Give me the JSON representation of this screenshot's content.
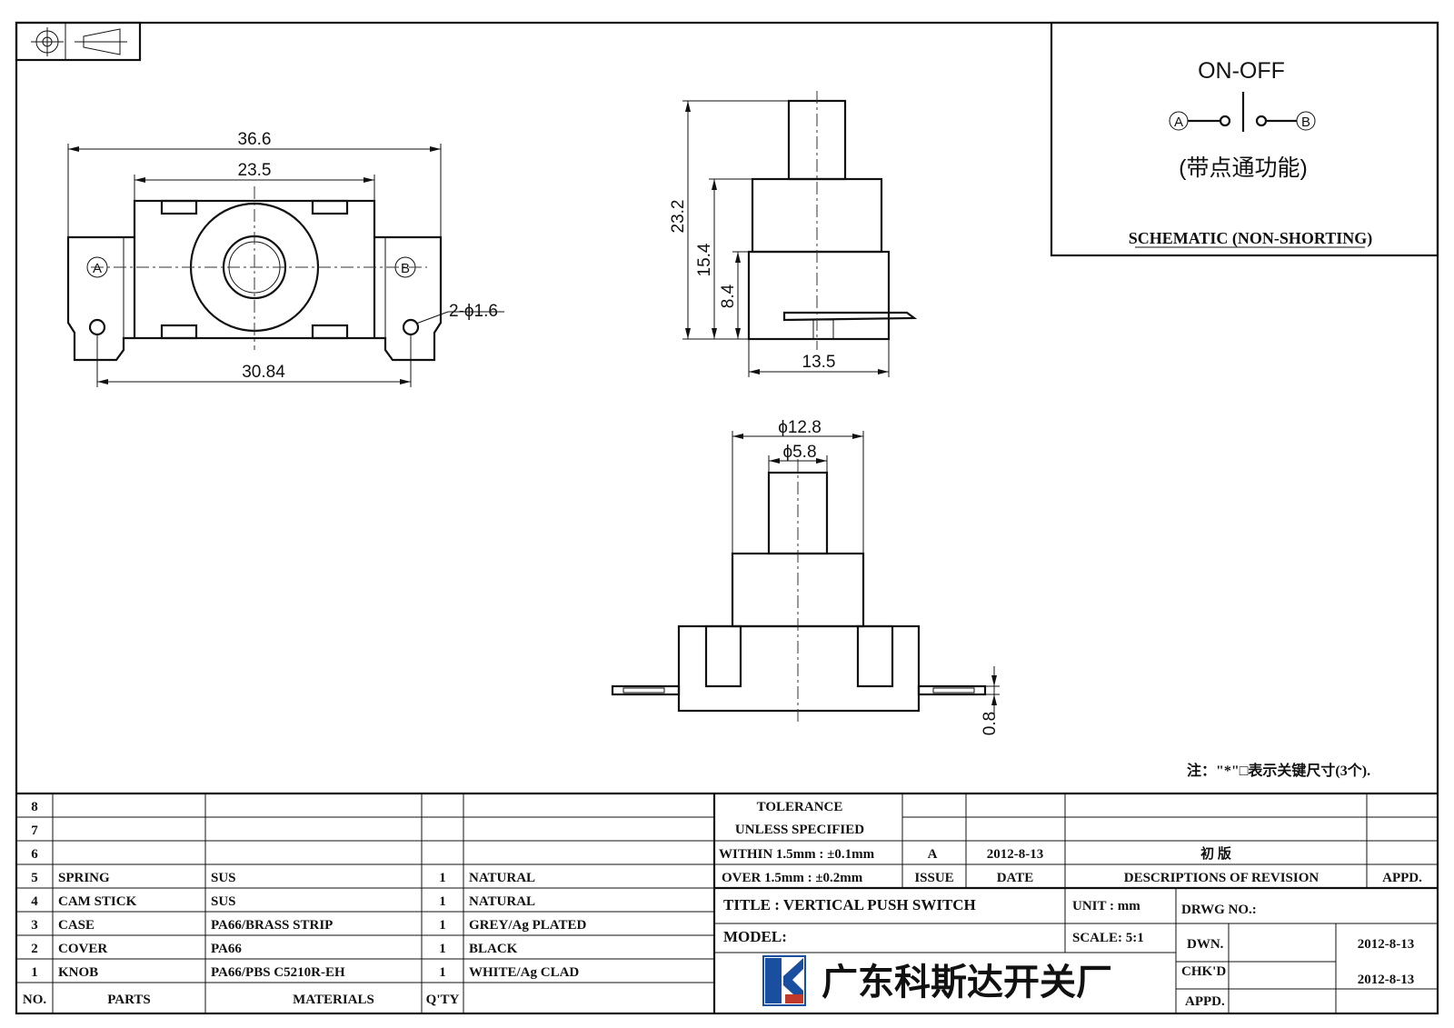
{
  "drawing": {
    "top_view": {
      "dim_overall": "36.6",
      "dim_body": "23.5",
      "dim_holes": "30.84",
      "dim_hole_dia": "2-ϕ1.6",
      "terminal_a": "A",
      "terminal_b": "B"
    },
    "side_view": {
      "dim_total_height": "23.2",
      "dim_upper_height": "15.4",
      "dim_base_height": "8.4",
      "dim_width": "13.5"
    },
    "front_view": {
      "dim_outer_dia": "ϕ12.8",
      "dim_plunger_dia": "ϕ5.8",
      "dim_terminal_thick": "0.8"
    },
    "note": "注：\"*\"□表示关键尺寸(3个)."
  },
  "schematic": {
    "mode": "ON-OFF",
    "terminal_a": "A",
    "terminal_b": "B",
    "function": "(带点通功能)",
    "caption": "SCHEMATIC (NON-SHORTING)"
  },
  "bom": {
    "rows": [
      {
        "no": "8",
        "part": "",
        "material": "",
        "qty": "",
        "finish": ""
      },
      {
        "no": "7",
        "part": "",
        "material": "",
        "qty": "",
        "finish": ""
      },
      {
        "no": "6",
        "part": "",
        "material": "",
        "qty": "",
        "finish": ""
      },
      {
        "no": "5",
        "part": "SPRING",
        "material": "SUS",
        "qty": "1",
        "finish": "NATURAL"
      },
      {
        "no": "4",
        "part": "CAM STICK",
        "material": "SUS",
        "qty": "1",
        "finish": "NATURAL"
      },
      {
        "no": "3",
        "part": "CASE",
        "material": "PA66/BRASS STRIP",
        "qty": "1",
        "finish": "GREY/Ag PLATED"
      },
      {
        "no": "2",
        "part": "COVER",
        "material": "PA66",
        "qty": "1",
        "finish": "BLACK"
      },
      {
        "no": "1",
        "part": "KNOB",
        "material": "PA66/PBS C5210R-EH",
        "qty": "1",
        "finish": "WHITE/Ag CLAD"
      }
    ],
    "header": {
      "no": "NO.",
      "parts": "PARTS",
      "materials": "MATERIALS",
      "qty": "Q'TY"
    }
  },
  "title_block": {
    "tolerance_line1": "TOLERANCE",
    "tolerance_line2": "UNLESS  SPECIFIED",
    "within": "WITHIN 1.5mm : ±0.1mm",
    "over": "OVER 1.5mm : ±0.2mm",
    "rev_issue": "A",
    "rev_date": "2012-8-13",
    "rev_desc": "初 版",
    "hdr_issue": "ISSUE",
    "hdr_date": "DATE",
    "hdr_desc": "DESCRIPTIONS OF REVISION",
    "hdr_appd": "APPD.",
    "title": "TITLE :  VERTICAL PUSH SWITCH",
    "unit": "UNIT :  mm",
    "drwg_no": "DRWG NO.:",
    "model": "MODEL:",
    "scale": "SCALE:  5:1",
    "dwn": "DWN.",
    "dwn_date": "2012-8-13",
    "chkd": "CHK'D",
    "chkd_date": "2012-8-13",
    "appd": "APPD.",
    "company": "广东科斯达开关厂",
    "logo_color": "#1a4fa0"
  }
}
